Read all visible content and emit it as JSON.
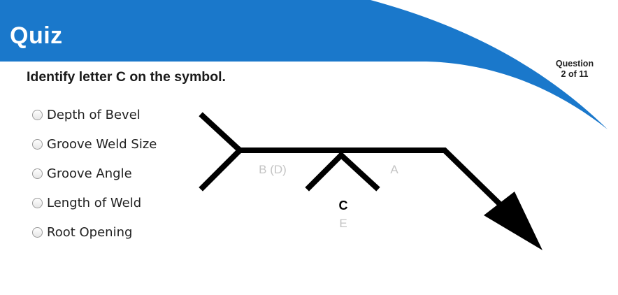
{
  "header": {
    "title": "Quiz",
    "counter_line1": "Question",
    "counter_line2": "2 of 11"
  },
  "question": "Identify letter C on the symbol.",
  "options": [
    "Depth of Bevel",
    "Groove Weld Size",
    "Groove Angle",
    "Length of Weld",
    "Root Opening"
  ],
  "symbol": {
    "label_b": "B (D)",
    "label_a": "A",
    "label_c": "C",
    "label_e": "E"
  },
  "colors": {
    "header_blue": "#1a78cb",
    "symbol": "#000000",
    "faded_label": "#c4c4c4"
  }
}
